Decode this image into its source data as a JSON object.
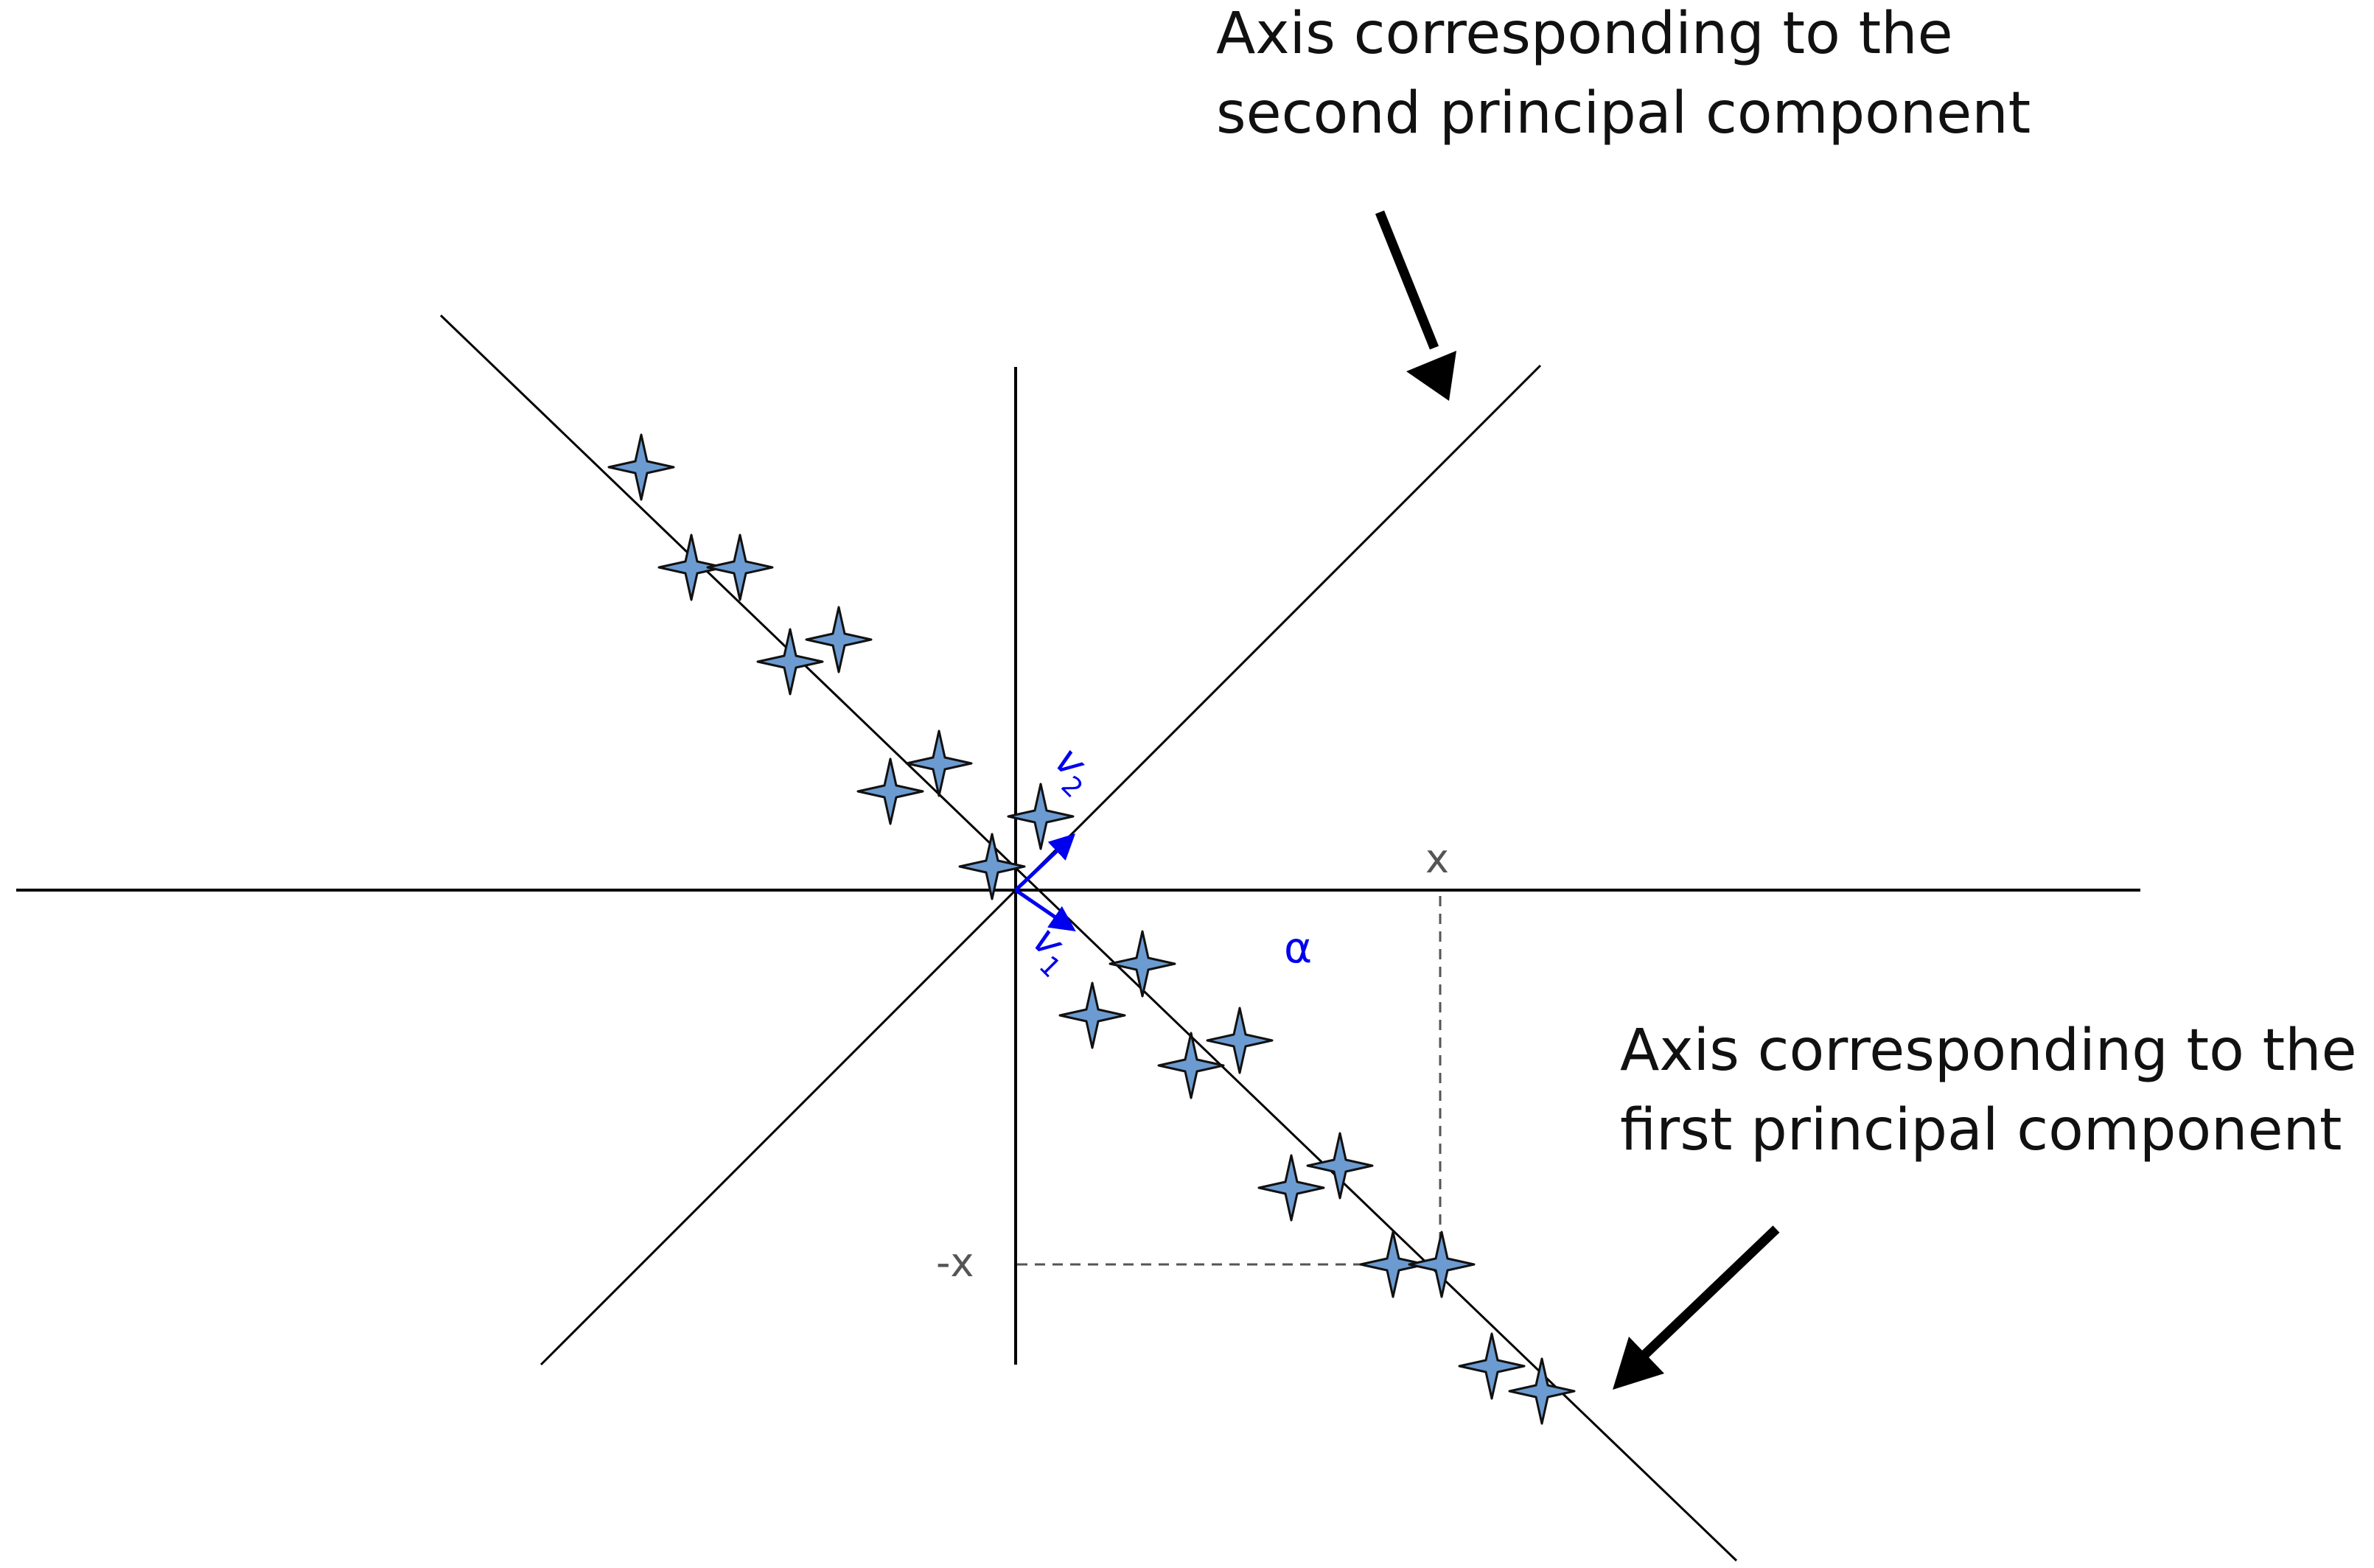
{
  "captions": {
    "second_line1": "Axis corresponding to the",
    "second_line2": "second principal component",
    "first_line1": "Axis corresponding to the",
    "first_line2": "first principal component"
  },
  "labels": {
    "x": "x",
    "neg_x": "-x",
    "alpha": "α",
    "v": "v",
    "v1_sub": "1",
    "v2_sub": "2"
  },
  "colors": {
    "axis": "#000000",
    "vector": "#0000ee",
    "point_fill": "#6b9bd1",
    "point_stroke": "#111111",
    "guide": "#555555",
    "label_gray": "#555555"
  },
  "icons": {
    "data_point": "four-point-star-icon",
    "pointer": "arrow-icon"
  }
}
